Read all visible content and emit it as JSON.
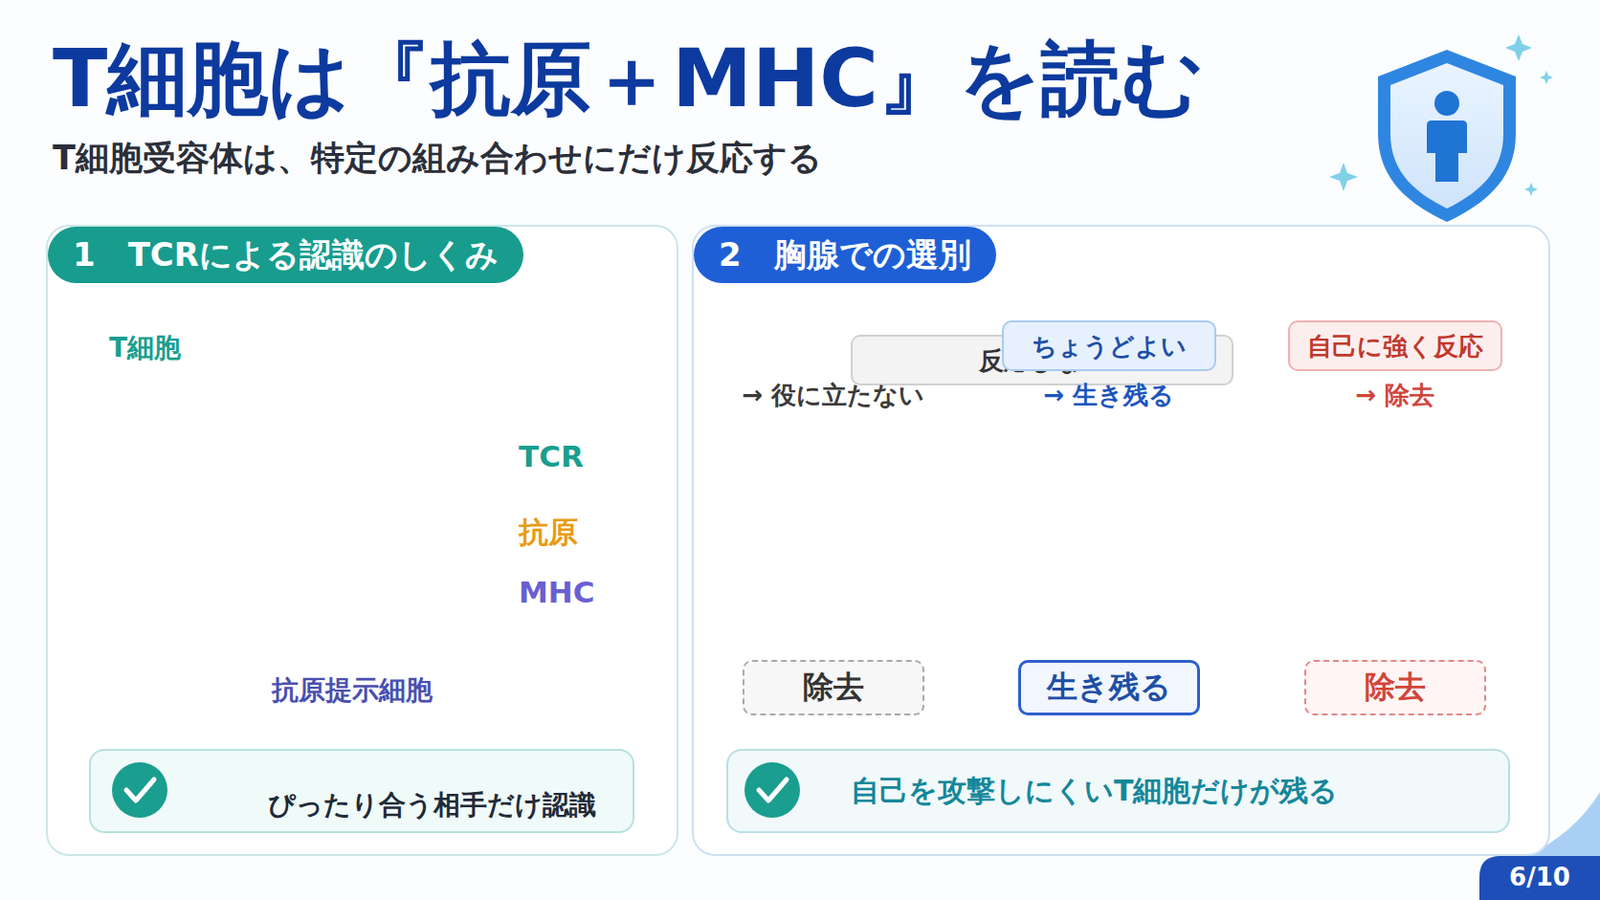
{
  "diagram": {
    "title": "T細胞は『抗原＋MHC』を読む",
    "nodes": [
      {
        "text": [
          "1　TCRによる認識のしくみ"
        ]
      },
      {
        "text": [
          "ぴったり合う相手だけ認識"
        ],
        "in": 0
      },
      {
        "text": [
          "2　胸腺での選別"
        ]
      },
      {
        "text": [
          "反応しない",
          "→ 役に立たない"
        ],
        "in": 2
      },
      {
        "text": [
          "ちょうどよい",
          "→ 生き残る"
        ],
        "in": 2
      },
      {
        "text": [
          "自己に強く反応",
          "→ 除去"
        ],
        "in": 2
      },
      {
        "text": [
          "除去"
        ],
        "in": 2
      },
      {
        "text": [
          "生き残る"
        ],
        "in": 2
      },
      {
        "text": [
          "除去"
        ],
        "in": 2
      },
      {
        "text": [
          "自己を攻撃しにくいT細胞だけが残る"
        ],
        "in": 2
      }
    ],
    "edges": [
      {
        "from": 3,
        "to": 6,
        "arrow": "to"
      },
      {
        "from": 4,
        "to": 7,
        "arrow": "to"
      },
      {
        "from": 5,
        "to": 8,
        "arrow": "to"
      }
    ],
    "labels": [
      "T細胞受容体は、特定の組み合わせにだけ反応する",
      "T細胞",
      "TCR",
      "抗原",
      "MHC",
      "抗原提示細胞",
      "6/10"
    ]
  }
}
